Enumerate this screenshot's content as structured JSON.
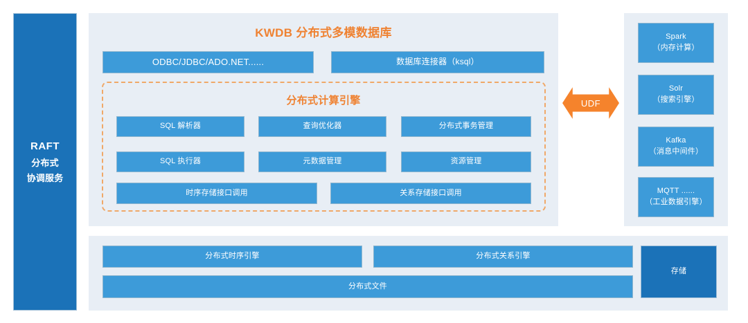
{
  "left_pillar": {
    "name_en": "RAFT",
    "line1": "分布式",
    "line2": "协调服务",
    "color": "#1b72b8"
  },
  "main": {
    "title": "KWDB 分布式多模数据库",
    "title_color": "#ef8232",
    "panel_color": "#e8eef5",
    "interfaces": [
      {
        "label": "ODBC/JDBC/ADO.NET......"
      },
      {
        "label": "数据库连接器（ksql）"
      }
    ],
    "engine": {
      "title": "分布式计算引擎",
      "border_color": "#f0a868",
      "grid": [
        {
          "label": "SQL 解析器"
        },
        {
          "label": "查询优化器"
        },
        {
          "label": "分布式事务管理"
        },
        {
          "label": "SQL 执行器"
        },
        {
          "label": "元数据管理"
        },
        {
          "label": "资源管理"
        }
      ],
      "wide": [
        {
          "label": "时序存储接口调用"
        },
        {
          "label": "关系存储接口调用"
        }
      ]
    }
  },
  "udf": {
    "label": "UDF",
    "color": "#f5832c"
  },
  "right_panel": {
    "items": [
      {
        "name": "Spark",
        "desc": "（内存计算）"
      },
      {
        "name": "Solr",
        "desc": "（搜索引擎）"
      },
      {
        "name": "Kafka",
        "desc": "（消息中间件）"
      },
      {
        "name": "MQTT ......",
        "desc": "（工业数据引擎）"
      }
    ]
  },
  "storage": {
    "engines": [
      {
        "label": "分布式时序引擎"
      },
      {
        "label": "分布式关系引擎"
      }
    ],
    "file_layer": {
      "label": "分布式文件"
    },
    "side_label": "存储",
    "side_color": "#1b72b8"
  },
  "box_color": "#3d9bd9"
}
